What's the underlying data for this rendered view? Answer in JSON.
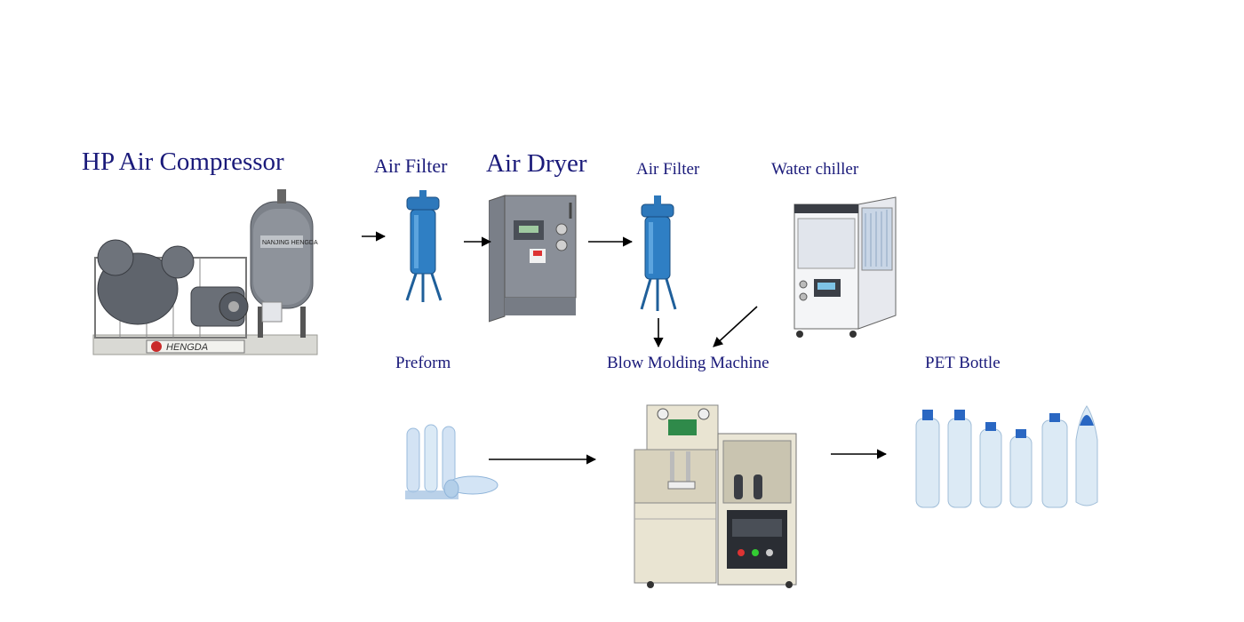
{
  "labels": {
    "compressor": "HP Air Compressor",
    "filter1": "Air Filter",
    "dryer": "Air Dryer",
    "filter2": "Air Filter",
    "chiller": "Water chiller",
    "preform": "Preform",
    "blow": "Blow Molding Machine",
    "bottle": "PET Bottle"
  },
  "brand": {
    "plate_text": "HENGDA",
    "tank_text": "NANJING HENGDA"
  },
  "colors": {
    "label": "#1a1a7a",
    "filter_blue": "#2f7fc4",
    "machine_grey": "#8a8f98",
    "cabinet_beige": "#e9e4d2",
    "bottle_cap": "#1f5fbf"
  }
}
